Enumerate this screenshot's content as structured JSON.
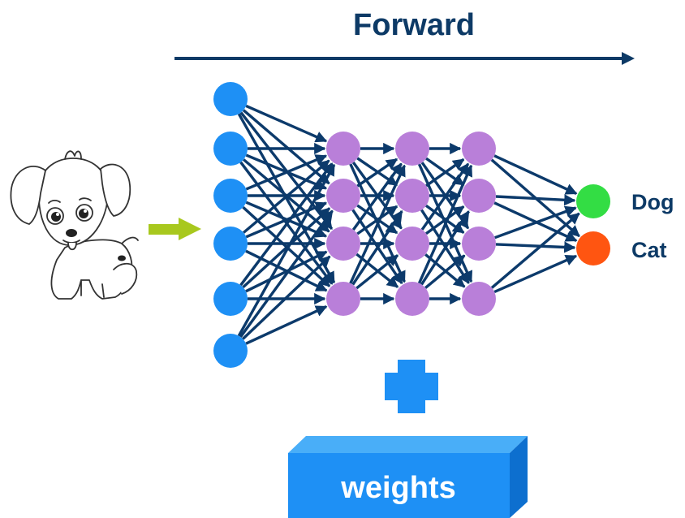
{
  "title": "Forward",
  "outputs": [
    {
      "label": "Dog",
      "color": "#33dd44"
    },
    {
      "label": "Cat",
      "color": "#ff5511"
    }
  ],
  "weights_label": "weights",
  "colors": {
    "title": "#0d3a66",
    "arrow": "#0d3a66",
    "edge": "#0c3a6b",
    "input_node": "#1e90f5",
    "hidden_node": "#b97fd9",
    "input_arrow": "#a8c81e",
    "plus": "#1e90f5",
    "box_front": "#1e90f5",
    "box_top": "#49aef8",
    "box_side": "#0d6fcf",
    "label_text": "#0d3a66"
  },
  "icons": [
    "puppy-icon",
    "plus-icon"
  ],
  "network": {
    "layer_sizes": [
      6,
      4,
      4,
      4,
      2
    ]
  }
}
